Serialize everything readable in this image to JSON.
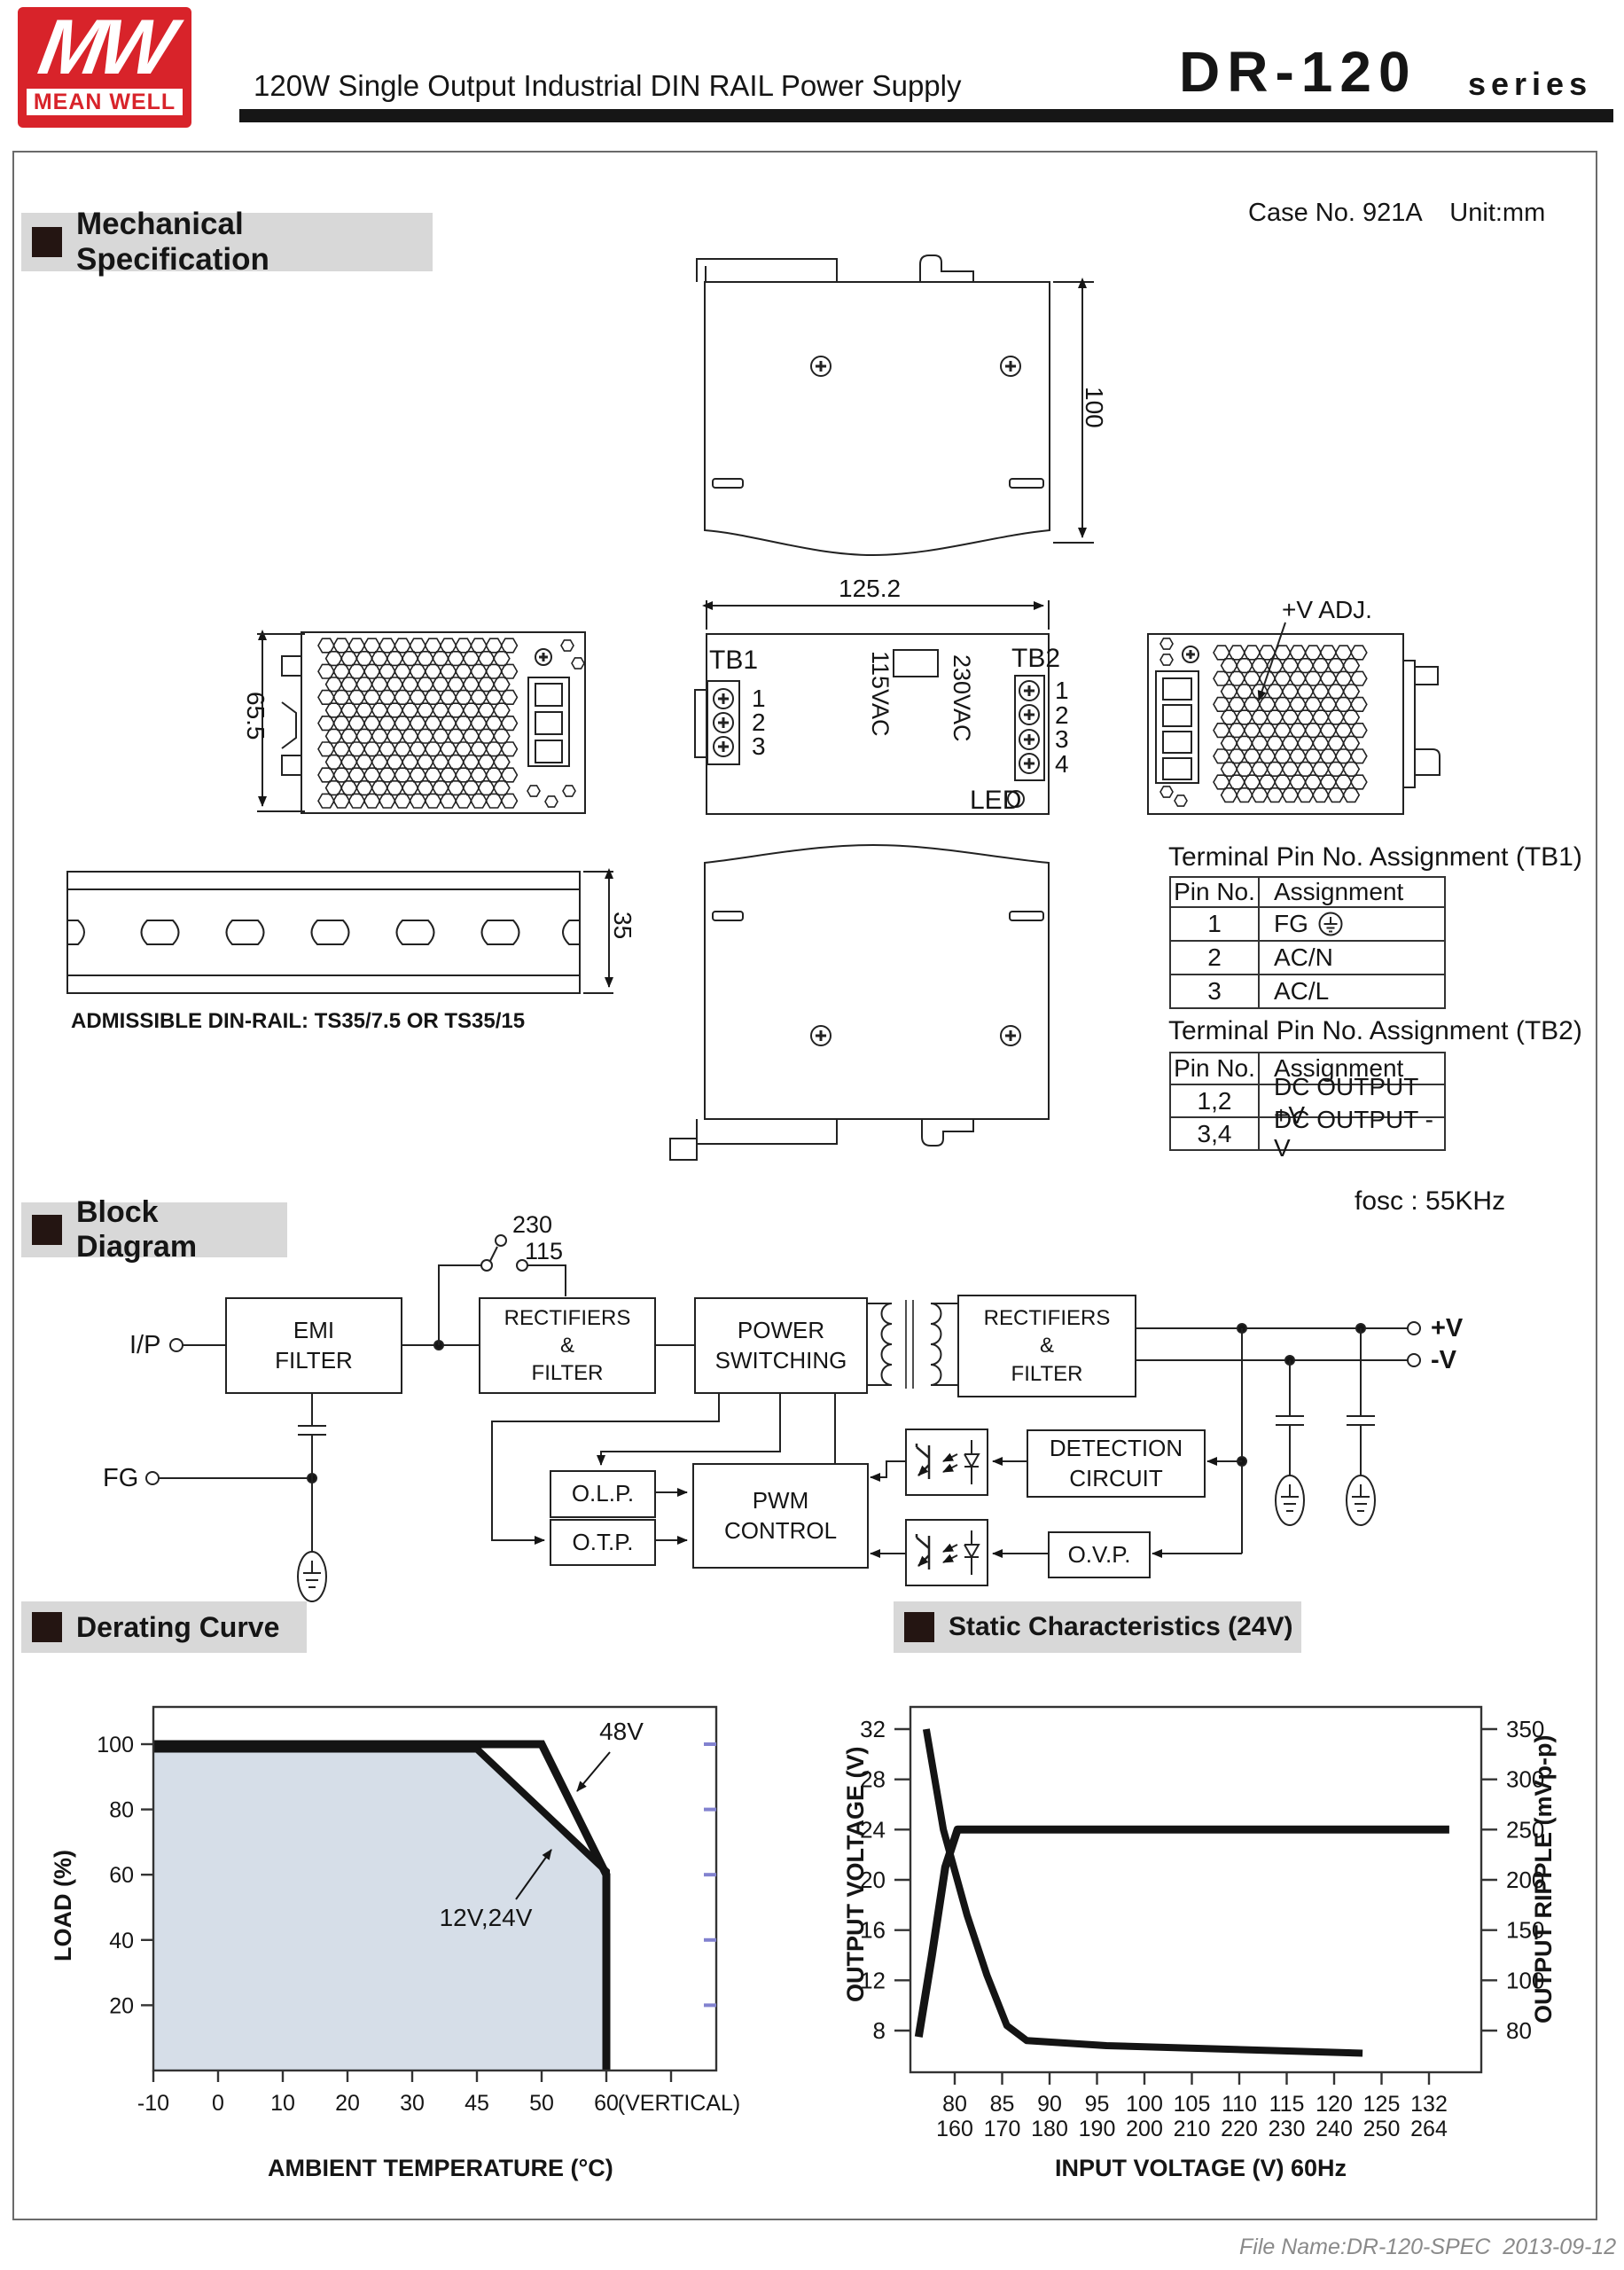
{
  "header": {
    "logo_mw": "MW",
    "logo_name": "MEAN WELL",
    "title": "120W Single Output Industrial DIN RAIL Power Supply",
    "model": "DR-120",
    "model_suffix": "series"
  },
  "case_note": "Case No. 921A    Unit:mm",
  "sections": {
    "mechanical": "Mechanical Specification",
    "block": "Block Diagram",
    "derating": "Derating Curve",
    "static": "Static Characteristics (24V)"
  },
  "mech": {
    "dim_width": "125.2",
    "dim_height": "100",
    "dim_depth": "65.5",
    "dim_rail": "35",
    "tb1": "TB1",
    "tb2": "TB2",
    "tb1_pins": [
      "1",
      "2",
      "3"
    ],
    "tb2_pins": [
      "1",
      "2",
      "3",
      "4"
    ],
    "vac115": "115VAC",
    "vac230": "230VAC",
    "led": "LED",
    "vadj": "+V ADJ.",
    "admissible": "ADMISSIBLE DIN-RAIL: TS35/7.5 OR TS35/15"
  },
  "tables": {
    "tb1": {
      "title": "Terminal Pin No.  Assignment (TB1)",
      "headers": [
        "Pin No.",
        "Assignment"
      ],
      "rows": [
        {
          "pin": "1",
          "assignment": "FG",
          "icon": "earth-ground-icon"
        },
        {
          "pin": "2",
          "assignment": "AC/N"
        },
        {
          "pin": "3",
          "assignment": "AC/L"
        }
      ]
    },
    "tb2": {
      "title": "Terminal Pin No.  Assignment (TB2)",
      "headers": [
        "Pin No.",
        "Assignment"
      ],
      "rows": [
        {
          "pin": "1,2",
          "assignment": "DC OUTPUT +V"
        },
        {
          "pin": "3,4",
          "assignment": "DC OUTPUT -V"
        }
      ]
    }
  },
  "block": {
    "fosc": "fosc : 55KHz",
    "switch_labels": {
      "v230": "230",
      "v115": "115"
    },
    "terminals": {
      "input": "I/P",
      "fg": "FG",
      "vplus": "+V",
      "vminus": "-V"
    },
    "boxes": {
      "emi": "EMI\nFILTER",
      "rectifier_input": "RECTIFIERS\n&\nFILTER",
      "power_switching": "POWER\nSWITCHING",
      "rectifier_output": "RECTIFIERS\n&\nFILTER",
      "olp": "O.L.P.",
      "otp": "O.T.P.",
      "pwm": "PWM\nCONTROL",
      "detection": "DETECTION\nCIRCUIT",
      "ovp": "O.V.P."
    }
  },
  "chart_data": [
    {
      "id": "derating",
      "type": "area",
      "title": "Derating Curve",
      "xlabel": "AMBIENT TEMPERATURE (°C)",
      "ylabel": "LOAD (%)",
      "x_tick_labels": [
        -10,
        0,
        10,
        20,
        30,
        45,
        50,
        60
      ],
      "x_axis_note": "(VERTICAL)",
      "y_ticks": [
        20,
        40,
        60,
        80,
        100
      ],
      "ylim": [
        0,
        111
      ],
      "grid": false,
      "legend_position": "none",
      "series": [
        {
          "name": "48V",
          "points": [
            [
              -10,
              100
            ],
            [
              50,
              100
            ],
            [
              60,
              60
            ],
            [
              60,
              0
            ]
          ]
        },
        {
          "name": "12V,24V",
          "points": [
            [
              -10,
              98.5
            ],
            [
              45,
              98.5
            ],
            [
              60,
              61
            ],
            [
              60,
              0
            ]
          ],
          "area_fill": true
        }
      ],
      "annotations": [
        "48V",
        "12V,24V"
      ],
      "area_color": "#d6dee8",
      "line_color": "#141414",
      "right_tick_color": "#8282cf"
    },
    {
      "id": "static",
      "type": "line",
      "title": "Static Characteristics (24V)",
      "xlabel": "INPUT VOLTAGE (V) 60Hz",
      "ylabel_left": "OUTPUT VOLTAGE (V)",
      "ylabel_right": "OUTPUT RIPPLE (mVp-p)",
      "x_ticks_60hz": [
        80,
        85,
        90,
        95,
        100,
        105,
        110,
        115,
        120,
        125,
        132
      ],
      "x_ticks_50hz": [
        160,
        170,
        180,
        190,
        200,
        210,
        220,
        230,
        240,
        250,
        264
      ],
      "left_ticks": [
        8,
        12,
        16,
        20,
        24,
        28,
        32
      ],
      "right_ticks": [
        80,
        100,
        150,
        200,
        250,
        300,
        350
      ],
      "right_tick_alignment_left_values": [
        8,
        12,
        16,
        20,
        24,
        28,
        32
      ],
      "grid": false,
      "series": [
        {
          "name": "OUTPUT VOLTAGE",
          "axis": "left",
          "points": [
            [
              76.2,
              7.5
            ],
            [
              77.6,
              14
            ],
            [
              79,
              21
            ],
            [
              80.3,
              24
            ],
            [
              135,
              24
            ]
          ]
        },
        {
          "name": "OUTPUT RIPPLE",
          "axis": "right",
          "points": [
            [
              77,
              350
            ],
            [
              78.8,
              250
            ],
            [
              81.3,
              165
            ],
            [
              83.4,
              105
            ],
            [
              85.5,
              82
            ],
            [
              87.6,
              76
            ],
            [
              96,
              74
            ],
            [
              123,
              71
            ]
          ]
        }
      ],
      "line_color": "#141414"
    }
  ],
  "footer": "File Name:DR-120-SPEC  2013-09-12"
}
